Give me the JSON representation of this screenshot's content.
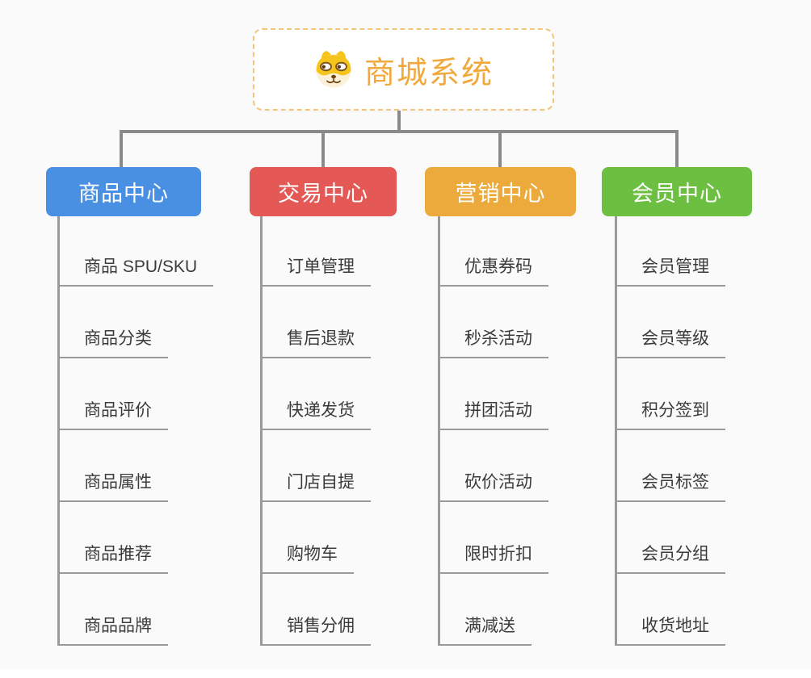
{
  "canvas": {
    "bg": "#fafafa",
    "bottom_strip": "#ffffff"
  },
  "connectors": {
    "color": "#8a8a8a",
    "child_line_color": "#9a9a9a"
  },
  "root": {
    "title": "商城系统",
    "icon": "dog-face-icon",
    "text_color": "#f0a93c",
    "border_color": "#f2c47c",
    "bg": "#ffffff"
  },
  "branches": [
    {
      "label": "商品中心",
      "color": "#4a90e2",
      "children": [
        "商品 SPU/SKU",
        "商品分类",
        "商品评价",
        "商品属性",
        "商品推荐",
        "商品品牌"
      ]
    },
    {
      "label": "交易中心",
      "color": "#e45955",
      "children": [
        "订单管理",
        "售后退款",
        "快递发货",
        "门店自提",
        "购物车",
        "销售分佣"
      ]
    },
    {
      "label": "营销中心",
      "color": "#ecaa3d",
      "children": [
        "优惠券码",
        "秒杀活动",
        "拼团活动",
        "砍价活动",
        "限时折扣",
        "满减送"
      ]
    },
    {
      "label": "会员中心",
      "color": "#6cbf41",
      "children": [
        "会员管理",
        "会员等级",
        "积分签到",
        "会员标签",
        "会员分组",
        "收货地址"
      ]
    }
  ]
}
